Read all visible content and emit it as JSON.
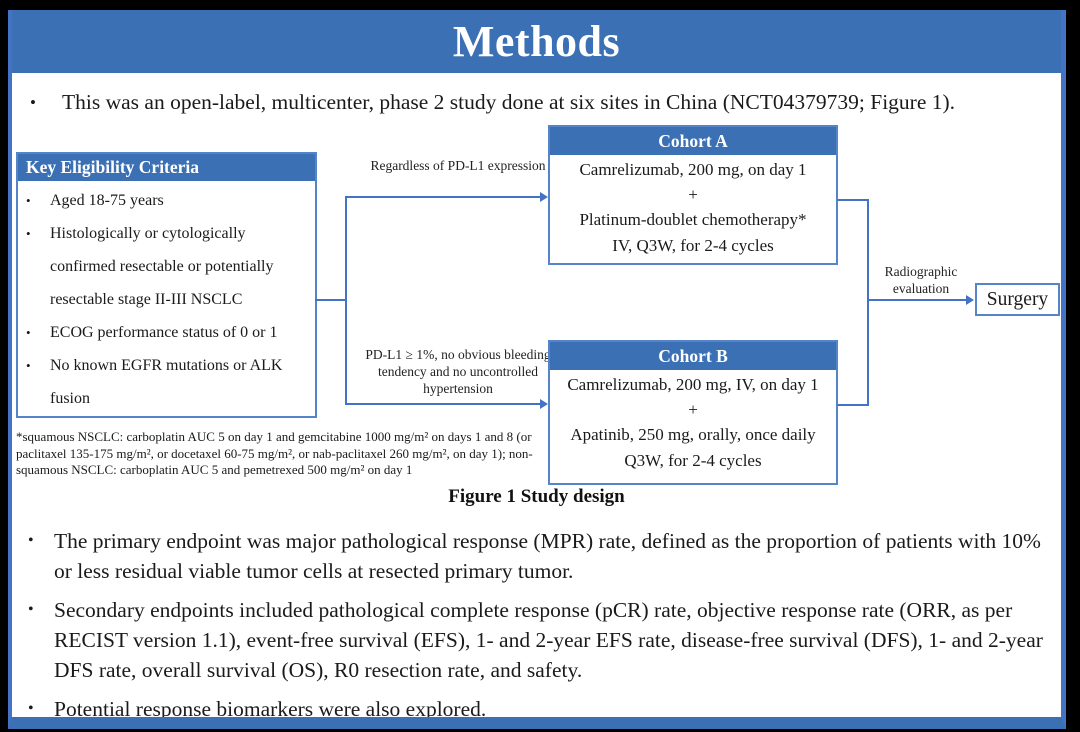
{
  "slide_title": "Methods",
  "colors": {
    "banner_blue": "#3c70b4",
    "box_header_blue": "#3c70b4",
    "border_blue": "#5585c8",
    "connector_blue": "#4472c4",
    "background": "#ffffff",
    "frame_black": "#000000"
  },
  "intro_bullet": "This was an open-label, multicenter, phase 2 study done at six sites in China (NCT04379739; Figure 1).",
  "figure": {
    "eligibility": {
      "title": "Key Eligibility Criteria",
      "items": [
        "Aged 18-75 years",
        "Histologically or cytologically confirmed resectable or potentially resectable stage II-III NSCLC",
        "ECOG performance status of 0 or 1",
        "No known EGFR mutations or ALK fusion"
      ]
    },
    "branch_label_a": "Regardless of PD-L1 expression",
    "branch_label_b": "PD-L1 ≥ 1%, no obvious bleeding tendency and no uncontrolled hypertension",
    "cohort_a": {
      "title": "Cohort A",
      "lines": [
        "Camrelizumab, 200 mg, on day 1",
        "+",
        "Platinum-doublet chemotherapy*",
        "IV, Q3W, for 2-4 cycles"
      ]
    },
    "cohort_b": {
      "title": "Cohort B",
      "lines": [
        "Camrelizumab, 200 mg, IV, on day 1",
        "+",
        "Apatinib, 250 mg, orally, once daily",
        "Q3W, for 2-4 cycles"
      ]
    },
    "evaluation_label": "Radiographic evaluation",
    "surgery_label": "Surgery",
    "footnote": "*squamous NSCLC: carboplatin AUC 5 on day 1 and gemcitabine 1000 mg/m² on days 1 and 8 (or paclitaxel 135-175 mg/m², or docetaxel 60-75 mg/m², or nab-paclitaxel 260 mg/m², on day 1); non-squamous NSCLC: carboplatin AUC 5 and pemetrexed 500 mg/m² on day 1",
    "caption": "Figure 1 Study design"
  },
  "bullets": [
    "The primary endpoint was major pathological response (MPR) rate, defined as the proportion of patients with 10% or less residual viable tumor cells at resected primary tumor.",
    "Secondary endpoints included pathological complete response (pCR) rate, objective response rate (ORR, as per RECIST version 1.1), event-free survival (EFS), 1- and 2-year EFS rate, disease-free survival (DFS), 1- and 2-year DFS rate, overall survival (OS), R0 resection rate, and safety.",
    "Potential response biomarkers were also explored."
  ],
  "bullet_glyph": "•"
}
